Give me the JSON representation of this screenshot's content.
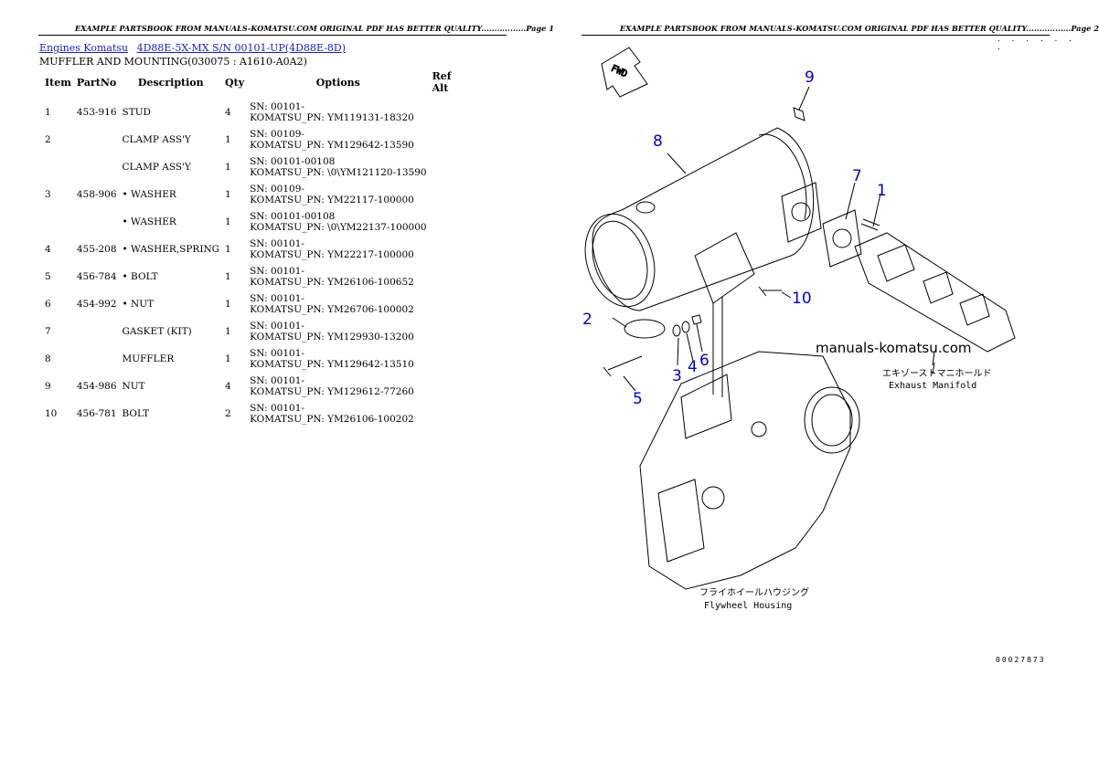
{
  "header": {
    "left_text": "EXAMPLE PARTSBOOK FROM MANUALS-KOMATSU.COM ORIGINAL PDF HAS BETTER QUALITY.................Page 1",
    "right_text": "EXAMPLE PARTSBOOK FROM MANUALS-KOMATSU.COM ORIGINAL PDF HAS BETTER QUALITY.................Page 2"
  },
  "breadcrumb": {
    "link1": "Engines Komatsu",
    "link2": "4D88E-5X-MX S/N 00101-UP(4D88E-8D)"
  },
  "section_title": "MUFFLER AND MOUNTING(030075 : A1610-A0A2)",
  "table": {
    "headers": {
      "item": "Item",
      "part": "PartNo",
      "desc": "Description",
      "qty": "Qty",
      "options": "Options",
      "ref": "Ref Alt"
    },
    "rows": [
      {
        "item": "1",
        "part": "453-916",
        "desc": "STUD",
        "qty": "4",
        "opt1": "SN: 00101-",
        "opt2": "KOMATSU_PN: YM119131-18320"
      },
      {
        "item": "2",
        "part": "",
        "desc": "CLAMP ASS'Y",
        "qty": "1",
        "opt1": "SN: 00109-",
        "opt2": "KOMATSU_PN: YM129642-13590"
      },
      {
        "item": "",
        "part": "",
        "desc": "CLAMP ASS'Y",
        "qty": "1",
        "opt1": "SN: 00101-00108",
        "opt2": "KOMATSU_PN: \\0\\YM121120-13590"
      },
      {
        "item": "3",
        "part": "458-906",
        "desc": "• WASHER",
        "qty": "1",
        "opt1": "SN: 00109-",
        "opt2": "KOMATSU_PN: YM22117-100000"
      },
      {
        "item": "",
        "part": "",
        "desc": "• WASHER",
        "qty": "1",
        "opt1": "SN: 00101-00108",
        "opt2": "KOMATSU_PN: \\0\\YM22137-100000"
      },
      {
        "item": "4",
        "part": "455-208",
        "desc": "• WASHER,SPRING",
        "qty": "1",
        "opt1": "SN: 00101-",
        "opt2": "KOMATSU_PN: YM22217-100000"
      },
      {
        "item": "5",
        "part": "456-784",
        "desc": "• BOLT",
        "qty": "1",
        "opt1": "SN: 00101-",
        "opt2": "KOMATSU_PN: YM26106-100652"
      },
      {
        "item": "6",
        "part": "454-992",
        "desc": "• NUT",
        "qty": "1",
        "opt1": "SN: 00101-",
        "opt2": "KOMATSU_PN: YM26706-100002"
      },
      {
        "item": "7",
        "part": "",
        "desc": "GASKET (KIT)",
        "qty": "1",
        "opt1": "SN: 00101-",
        "opt2": "KOMATSU_PN: YM129930-13200"
      },
      {
        "item": "8",
        "part": "",
        "desc": "MUFFLER",
        "qty": "1",
        "opt1": "SN: 00101-",
        "opt2": "KOMATSU_PN: YM129642-13510"
      },
      {
        "item": "9",
        "part": "454-986",
        "desc": "NUT",
        "qty": "4",
        "opt1": "SN: 00101-",
        "opt2": "KOMATSU_PN: YM129612-77260"
      },
      {
        "item": "10",
        "part": "456-781",
        "desc": "BOLT",
        "qty": "2",
        "opt1": "SN: 00101-",
        "opt2": "KOMATSU_PN: YM26106-100202"
      }
    ]
  },
  "diagram": {
    "fwd_label": "FWD",
    "callouts": [
      "9",
      "8",
      "7",
      "1",
      "10",
      "2",
      "3",
      "4",
      "6",
      "5"
    ],
    "watermark": "manuals-komatsu.com",
    "exhaust_jp": "エキゾーストマニホールド",
    "exhaust_en": "Exhaust Manifold",
    "flywheel_jp": "フライホイールハウジング",
    "flywheel_en": "Flywheel Housing",
    "doc_code": "00027873",
    "top_dots": "· · · · · · ·"
  }
}
